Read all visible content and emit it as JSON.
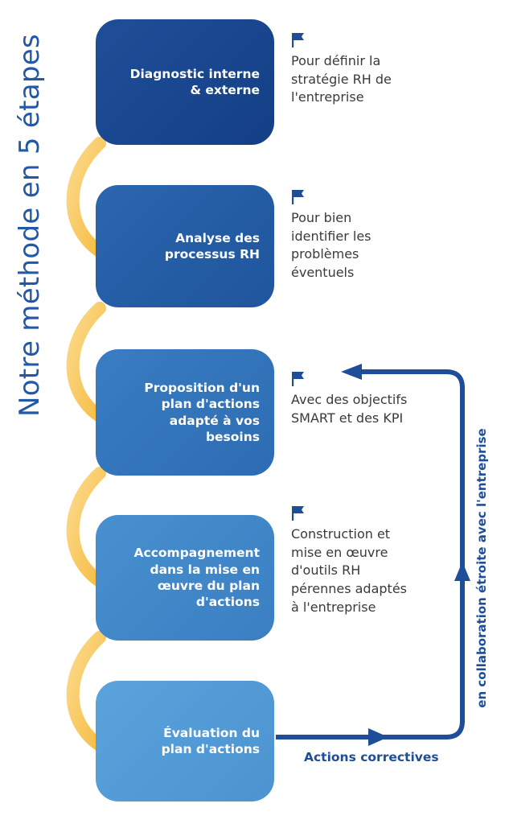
{
  "title": "Notre méthode en 5 étapes",
  "colors": {
    "primary": "#1f4e98",
    "accent": "#f5c24a",
    "text": "#3a3a3a"
  },
  "steps": [
    {
      "label": "Diagnostic interne\n& externe"
    },
    {
      "label": "Analyse des\nprocessus RH"
    },
    {
      "label": "Proposition d'un\nplan d'actions\nadapté à vos\nbesoins"
    },
    {
      "label": "Accompagnement\ndans la mise en\nœuvre du plan\nd'actions"
    },
    {
      "label": "Évaluation du\nplan d'actions"
    }
  ],
  "notes": [
    {
      "icon": "flag-icon",
      "text": "Pour définir la\nstratégie RH de\nl'entreprise"
    },
    {
      "icon": "flag-icon",
      "text": "Pour bien\nidentifier les\nproblèmes\néventuels"
    },
    {
      "icon": "flag-icon",
      "text": "Avec des objectifs\nSMART et des KPI"
    },
    {
      "icon": "flag-icon",
      "text": "Construction et\nmise en œuvre\nd'outils RH\npérennes adaptés\nà l'entreprise"
    }
  ],
  "loop": {
    "side_label": "en collaboration étroite avec l'entreprise",
    "bottom_label": "Actions correctives"
  }
}
